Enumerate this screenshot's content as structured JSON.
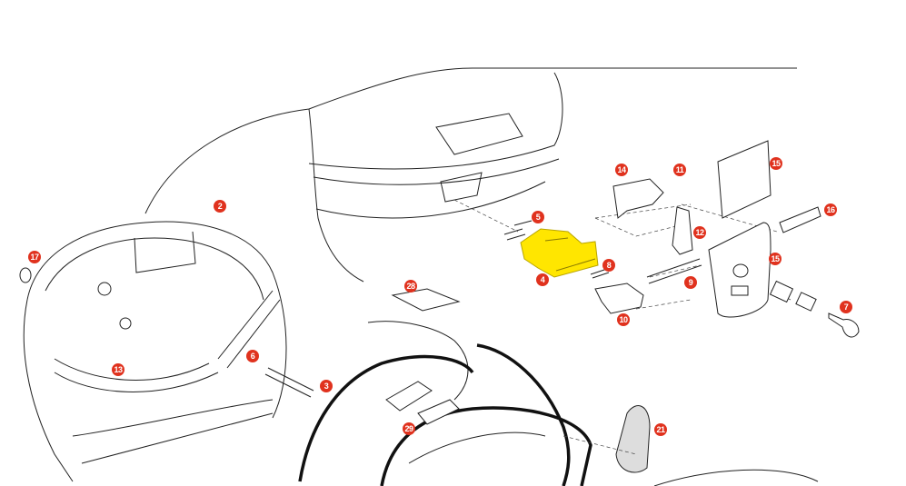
{
  "diagram": {
    "type": "exploded parts diagram",
    "callout_color": "#e0321e",
    "highlight_color": "#ffe600",
    "highlighted_part": "4",
    "callouts": [
      {
        "id": "c2",
        "label": "2"
      },
      {
        "id": "c17",
        "label": "17"
      },
      {
        "id": "c13",
        "label": "13"
      },
      {
        "id": "c6",
        "label": "6"
      },
      {
        "id": "c3",
        "label": "3"
      },
      {
        "id": "c28",
        "label": "28"
      },
      {
        "id": "c29",
        "label": "29"
      },
      {
        "id": "c21",
        "label": "21"
      },
      {
        "id": "c5",
        "label": "5"
      },
      {
        "id": "c4",
        "label": "4"
      },
      {
        "id": "c8",
        "label": "8"
      },
      {
        "id": "c10",
        "label": "10"
      },
      {
        "id": "c9",
        "label": "9"
      },
      {
        "id": "c14",
        "label": "14"
      },
      {
        "id": "c11",
        "label": "11"
      },
      {
        "id": "c12",
        "label": "12"
      },
      {
        "id": "c15a",
        "label": "15"
      },
      {
        "id": "c16",
        "label": "16"
      },
      {
        "id": "c15b",
        "label": "15"
      },
      {
        "id": "c7",
        "label": "7"
      }
    ]
  }
}
